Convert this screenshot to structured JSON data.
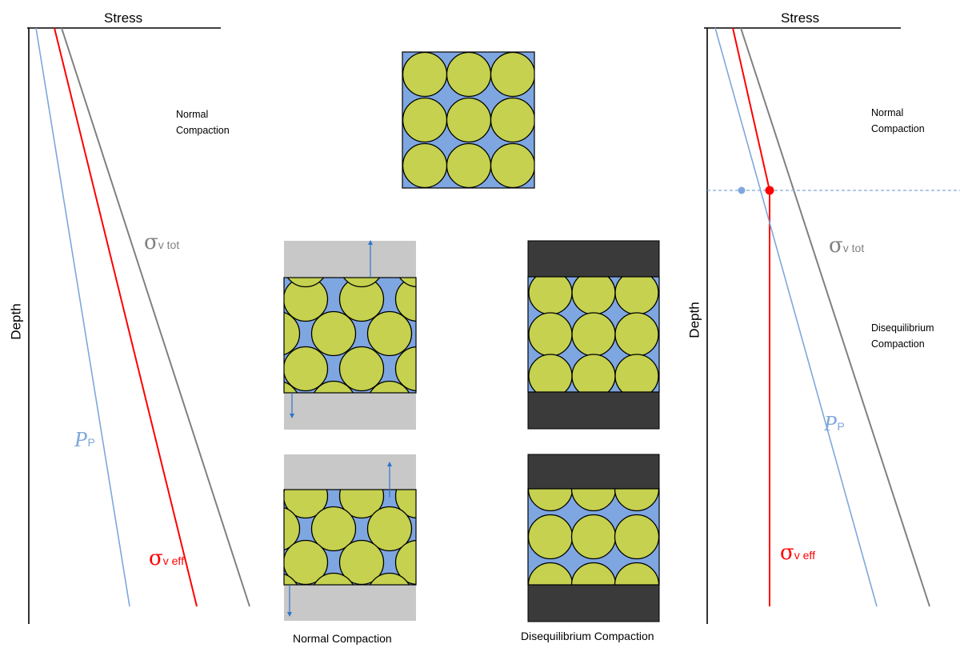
{
  "colors": {
    "sigma_tot": "#808080",
    "sigma_eff": "#ff0000",
    "pore_pressure": "#7fa7dc",
    "grain": "#c5d14f",
    "pore_fluid": "#7ea6e0",
    "sediment_gray": "#c8c8c8",
    "seal_dark": "#3a3a3a",
    "arrow": "#2e75c9"
  },
  "left_plot": {
    "x_label": "Stress",
    "y_label": "Depth",
    "note": [
      "Normal",
      "Compaction"
    ],
    "sigma_tot_label": {
      "symbol": "σ",
      "subscript": "v tot"
    },
    "sigma_eff_label": {
      "symbol": "σ",
      "subscript": "v eff"
    },
    "pp_label": {
      "symbol": "P",
      "subscript": "P"
    }
  },
  "right_plot": {
    "x_label": "Stress",
    "y_label": "Depth",
    "note_top": [
      "Normal",
      "Compaction"
    ],
    "note_bottom": [
      "Disequilibrium",
      "Compaction"
    ],
    "sigma_tot_label": {
      "symbol": "σ",
      "subscript": "v tot"
    },
    "sigma_eff_label": {
      "symbol": "σ",
      "subscript": "v eff"
    },
    "pp_label": {
      "symbol": "P",
      "subscript": "P"
    }
  },
  "captions": {
    "normal": "Normal Compaction",
    "disequilibrium": "Disequilibrium Compaction"
  }
}
